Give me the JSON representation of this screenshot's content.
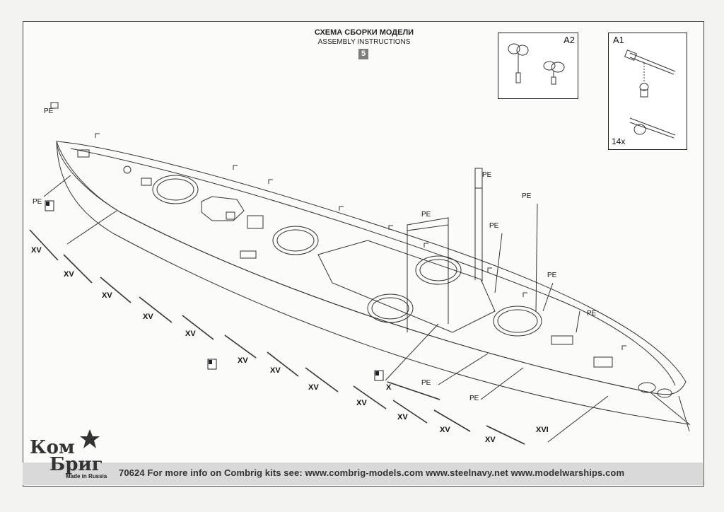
{
  "header": {
    "title_ru": "СХЕМА СБОРКИ МОДЕЛИ",
    "title_en": "ASSEMBLY INSTRUCTIONS",
    "step": "5"
  },
  "insets": {
    "a2": {
      "label": "A2"
    },
    "a1": {
      "label": "A1",
      "count": "14x"
    }
  },
  "part_labels": {
    "pe": "PE",
    "xv": "XV",
    "x": "X",
    "xvi": "XVI"
  },
  "footer": {
    "text": "70624  For more info on Combrig kits see:   www.combrig-models.com   www.steelnavy.net   www.modelwarships.com",
    "brand_line1": "Ком",
    "brand_line2": "Бриг",
    "made_in": "Made in Russia"
  },
  "colors": {
    "line": "#333333",
    "footer_band": "#d9d9d9",
    "step_badge": "#7d7d7d"
  }
}
